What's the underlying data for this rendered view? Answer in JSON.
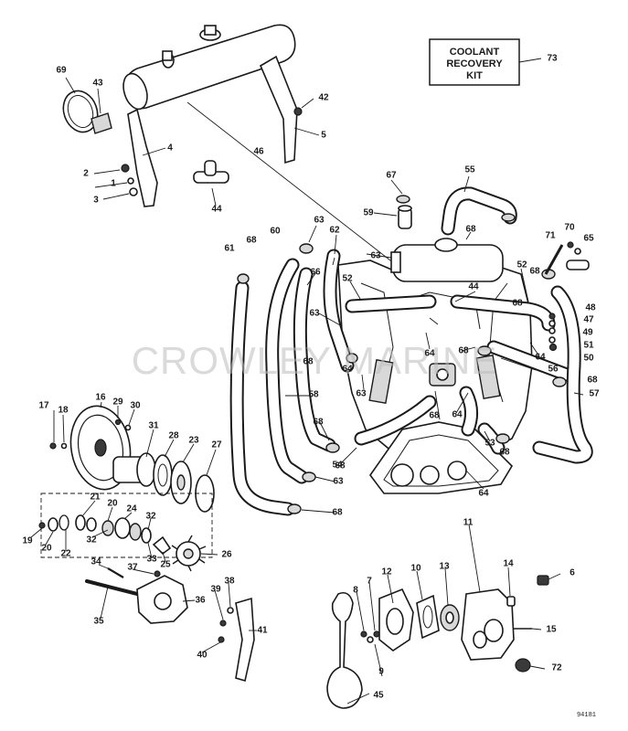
{
  "kit_box": {
    "line1": "COOLANT",
    "line2": "RECOVERY",
    "line3": "KIT"
  },
  "watermark": "CROWLEY MARINE",
  "diagram_code": "94181",
  "callouts": [
    "1",
    "2",
    "3",
    "4",
    "5",
    "6",
    "7",
    "8",
    "9",
    "10",
    "11",
    "12",
    "13",
    "14",
    "15",
    "16",
    "17",
    "18",
    "19",
    "20",
    "20",
    "21",
    "22",
    "23",
    "24",
    "25",
    "26",
    "27",
    "28",
    "29",
    "30",
    "31",
    "32",
    "32",
    "33",
    "34",
    "35",
    "36",
    "37",
    "38",
    "39",
    "40",
    "41",
    "42",
    "43",
    "44",
    "44",
    "45",
    "46",
    "47",
    "48",
    "49",
    "50",
    "51",
    "52",
    "52",
    "53",
    "54",
    "55",
    "56",
    "57",
    "58",
    "59",
    "60",
    "61",
    "62",
    "63",
    "63",
    "63",
    "63",
    "63",
    "64",
    "64",
    "64",
    "64",
    "64",
    "65",
    "66",
    "67",
    "68",
    "68",
    "68",
    "68",
    "68",
    "68",
    "68",
    "68",
    "68",
    "68",
    "68",
    "68",
    "69",
    "70",
    "71",
    "72",
    "73"
  ]
}
